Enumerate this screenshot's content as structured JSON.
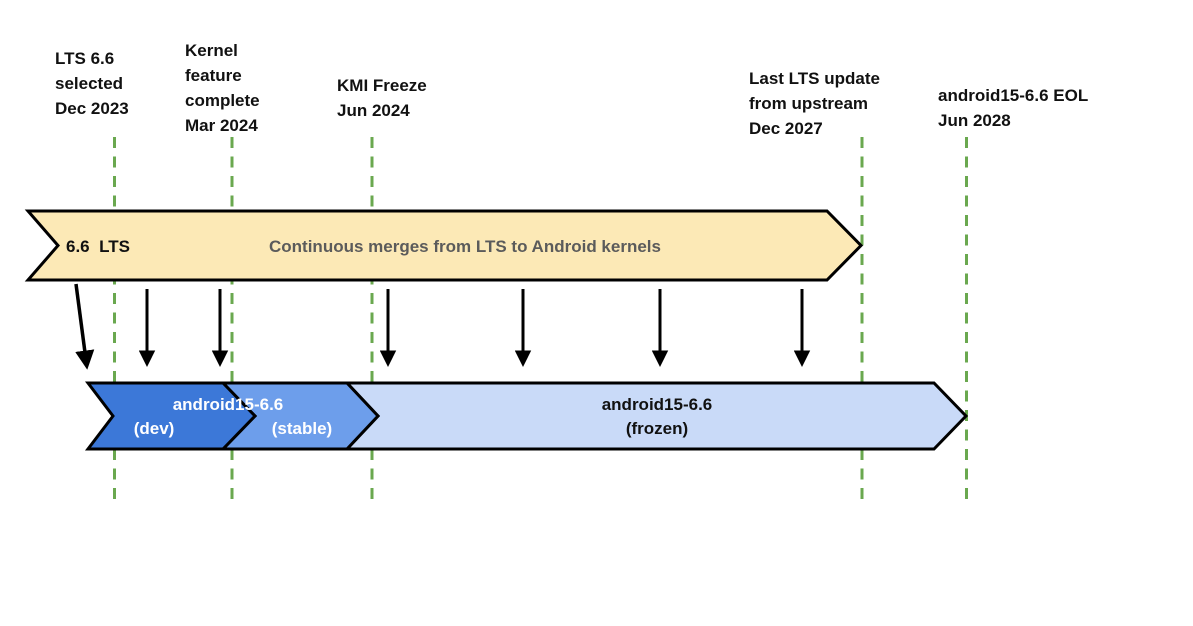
{
  "diagram": {
    "milestones": [
      {
        "label": "LTS 6.6\nselected\nDec 2023",
        "date": "Dec 2023"
      },
      {
        "label": "Kernel\nfeature\ncomplete\nMar 2024",
        "date": "Mar 2024"
      },
      {
        "label": "KMI Freeze\nJun 2024",
        "date": "Jun 2024"
      },
      {
        "label": "Last LTS update\nfrom upstream\nDec 2027",
        "date": "Dec 2027"
      },
      {
        "label": "android15-6.6 EOL\nJun 2028",
        "date": "Jun 2028"
      }
    ],
    "lts_banner": {
      "version": "6.6  LTS",
      "description": "Continuous merges from LTS to Android kernels"
    },
    "branch": {
      "name_label": "android15-6.6",
      "dev_label": "(dev)",
      "stable_label": "(stable)",
      "frozen_label": "android15-6.6\n(frozen)"
    },
    "colors": {
      "milestone_line": "#6aa84f",
      "lts_fill": "#fce9b6",
      "dev_fill": "#3c78d8",
      "stable_fill": "#6d9eeb",
      "frozen_fill": "#c9daf8",
      "outline": "#000000"
    }
  }
}
